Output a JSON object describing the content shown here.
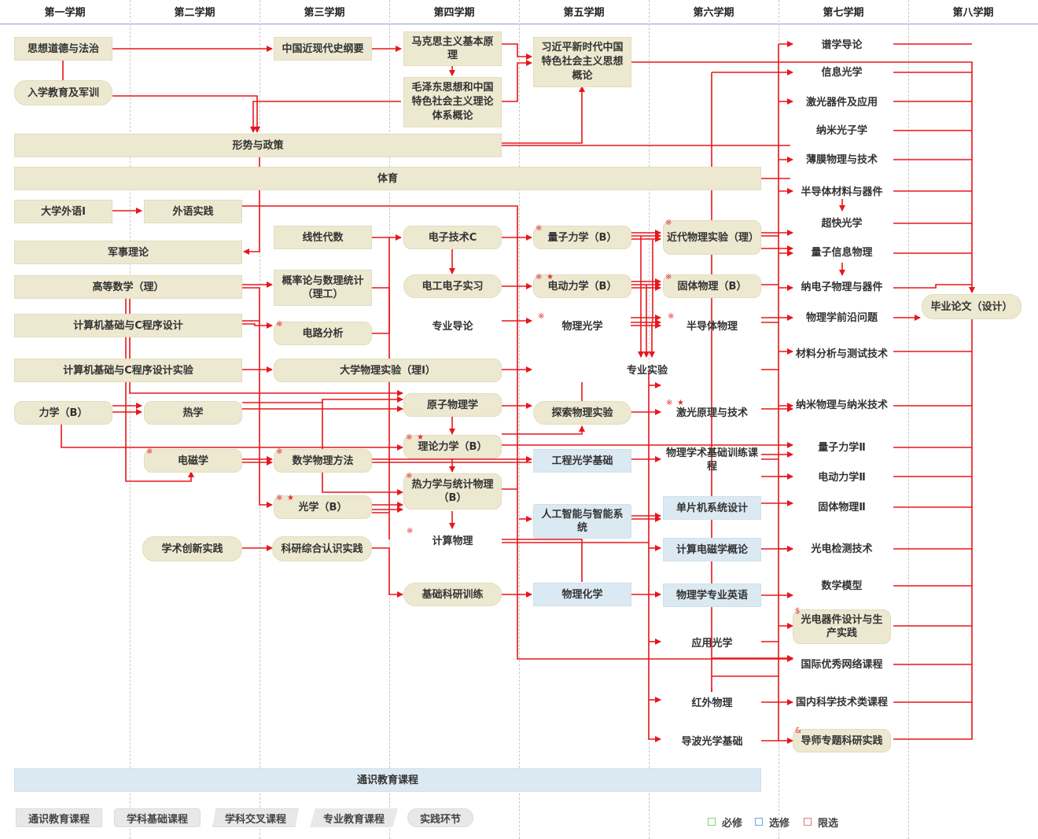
{
  "semesters": [
    "第一学期",
    "第二学期",
    "第三学期",
    "第四学期",
    "第五学期",
    "第六学期",
    "第七学期",
    "第八学期"
  ],
  "courses": {
    "sxdd": "思想道德与法治",
    "rxjy": "入学教育及军训",
    "zgjxd": "中国近现代史纲要",
    "mks": "马克思主义基本原理",
    "mzd": "毛泽东思想和中国特色社会主义理论体系概论",
    "xjp": "习近平新时代中国特色社会主义思想概论",
    "xszc": "形势与政策",
    "ty": "体育",
    "dxwy": "大学外语Ⅰ",
    "wysj": "外语实践",
    "jsll": "军事理论",
    "xxds": "线性代数",
    "dzjs": "电子技术C",
    "lzlx": "量子力学（B）",
    "jdwl": "近代物理实验（理）",
    "gdsx": "高等数学（理）",
    "glt": "概率论与数理统计（理工）",
    "dgdz": "电工电子实习",
    "ddlx": "电动力学（B）",
    "gtwl": "固体物理（B）",
    "jsj": "计算机基础与C程序设计",
    "dlfx": "电路分析",
    "zydl": "专业导论",
    "wlgx": "物理光学",
    "bdtwl": "半导体物理",
    "jsjsy": "计算机基础与C程序设计实验",
    "dxwlsy": "大学物理实验（理Ⅰ）",
    "zysy": "专业实验",
    "lx": "力学（B）",
    "rx": "热学",
    "yzwl": "原子物理学",
    "tswl": "探索物理实验",
    "jgyl": "激光原理与技术",
    "lllx": "理论力学（B）",
    "dcx": "电磁学",
    "sxwl": "数学物理方法",
    "gcgx": "工程光学基础",
    "wlxsxl": "物理学术基础训练课程",
    "rlx": "热力学与统计物理（B）",
    "gx": "光学（B）",
    "rgzn": "人工智能与智能系统",
    "dpj": "单片机系统设计",
    "jswl": "计算物理",
    "xscx": "学术创新实践",
    "kyzh": "科研综合认识实践",
    "jsdcx": "计算电磁学概论",
    "jckyxl": "基础科研训练",
    "wlhx": "物理化学",
    "wlxzyyy": "物理学专业英语",
    "yygx": "应用光学",
    "hwwl": "红外物理",
    "dbgx": "导波光学基础",
    "pxdl": "谱学导论",
    "xxgx": "信息光学",
    "jgqj": "激光器件及应用",
    "nmgzx": "纳米光子学",
    "bmwl": "薄膜物理与技术",
    "bdtcl": "半导体材料与器件",
    "ckgx": "超快光学",
    "lzxxwl": "量子信息物理",
    "ndzwl": "纳电子物理与器件",
    "wlxqy": "物理学前沿问题",
    "clfx": "材料分析与测试技术",
    "nmwl": "纳米物理与纳米技术",
    "lzlx2": "量子力学Ⅱ",
    "ddlx2": "电动力学Ⅱ",
    "gtwl2": "固体物理Ⅱ",
    "gdjc": "光电检测技术",
    "sxmx": "数学模型",
    "gdqj": "光电器件设计与生产实践",
    "gjyx": "国际优秀网络课程",
    "gnkx": "国内科学技术类课程",
    "dszt": "导师专题科研实践",
    "bylw": "毕业论文（设计）",
    "tsjy": "通识教育课程"
  },
  "markers": {
    "xin": "※",
    "star": "★",
    "dollar": "$",
    "amp": "&"
  },
  "legend": {
    "types": [
      "通识教育课程",
      "学科基础课程",
      "学科交叉课程",
      "专业教育课程",
      "实践环节"
    ],
    "keys": [
      {
        "label": "必修",
        "color": "#7bd67b"
      },
      {
        "label": "选修",
        "color": "#6aa7e0"
      },
      {
        "label": "限选",
        "color": "#e07a7a"
      }
    ]
  },
  "colors": {
    "arrow": "#e8161c",
    "base": "#ede8d0",
    "general": "#dbe9f2"
  }
}
